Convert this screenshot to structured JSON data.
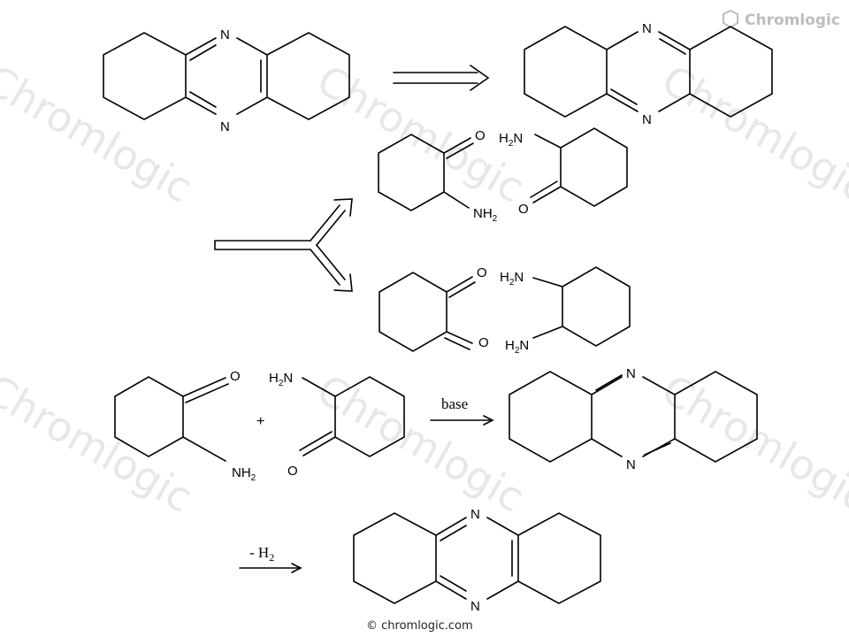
{
  "brand": {
    "name": "Chromlogic",
    "icon": "hexagon-logo-icon"
  },
  "watermark": "Chromlogic",
  "credit": "© chromlogic.com",
  "atoms": {
    "nitrogen": "N",
    "oxygen": "O",
    "amine": "NH",
    "amine_left": "H",
    "two": "2"
  },
  "conditions": {
    "base": "base",
    "dehydrogenation": "- H",
    "dehydrogenation_sub": "2"
  },
  "operators": {
    "plus": "+"
  },
  "colors": {
    "bond": "#000000",
    "watermark": "#d4d4d4",
    "brand": "#bdbdbd"
  }
}
